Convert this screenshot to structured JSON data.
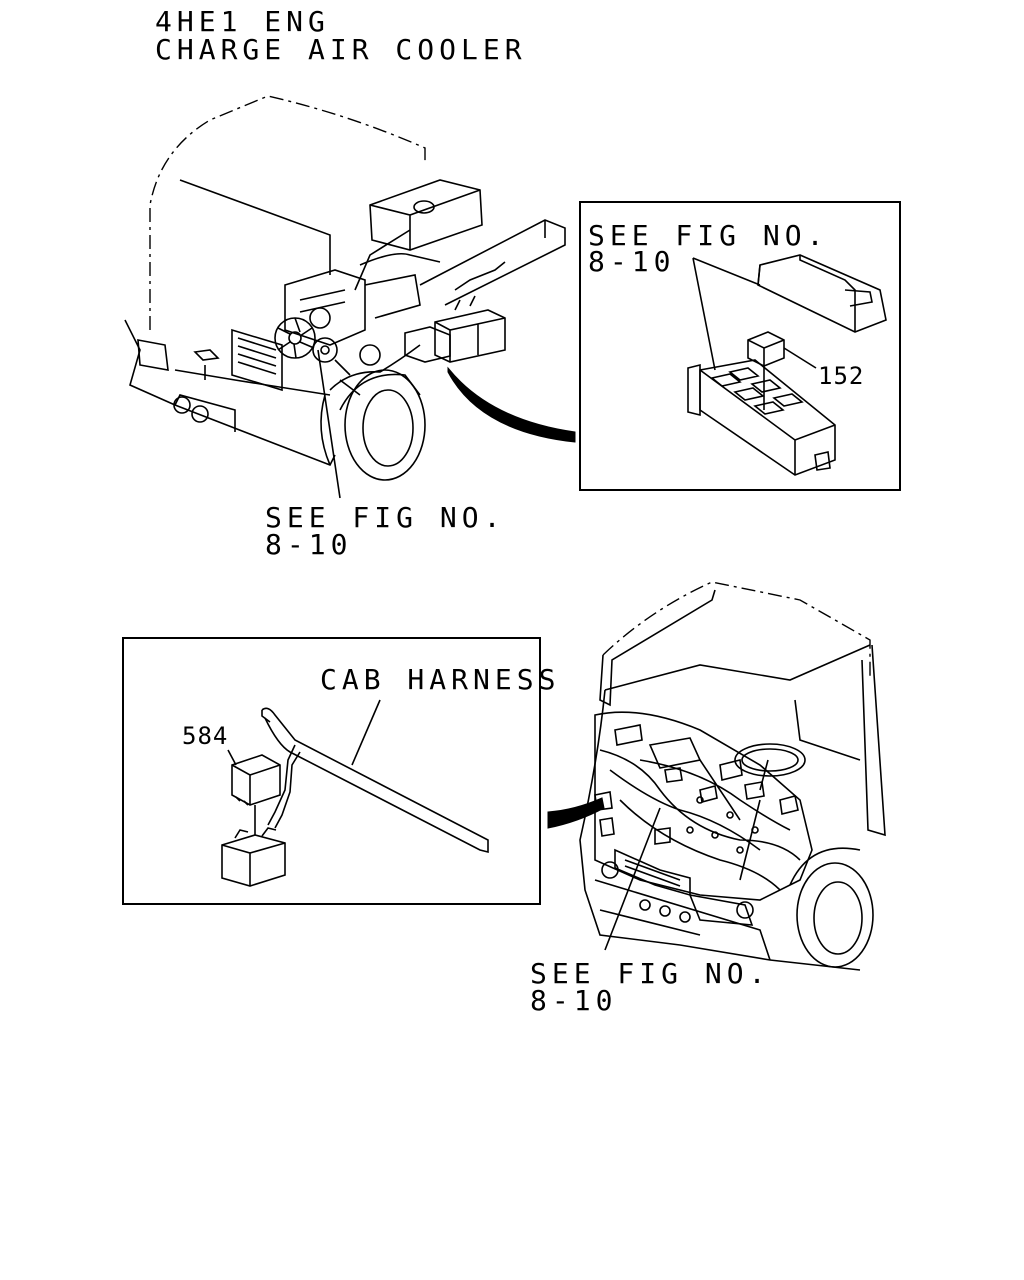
{
  "title": {
    "line1": "4HE1 ENG",
    "line2": "CHARGE AIR COOLER"
  },
  "top_diagram": {
    "callout_box": {
      "ref_line1": "SEE FIG NO.",
      "ref_line2": "8-10",
      "part_number": "152"
    },
    "ref_line1": "SEE FIG NO.",
    "ref_line2": "8-10"
  },
  "bottom_diagram": {
    "callout_box": {
      "harness_label": "CAB HARNESS",
      "part_number": "584"
    },
    "ref_line1": "SEE FIG NO.",
    "ref_line2": "8-10"
  }
}
